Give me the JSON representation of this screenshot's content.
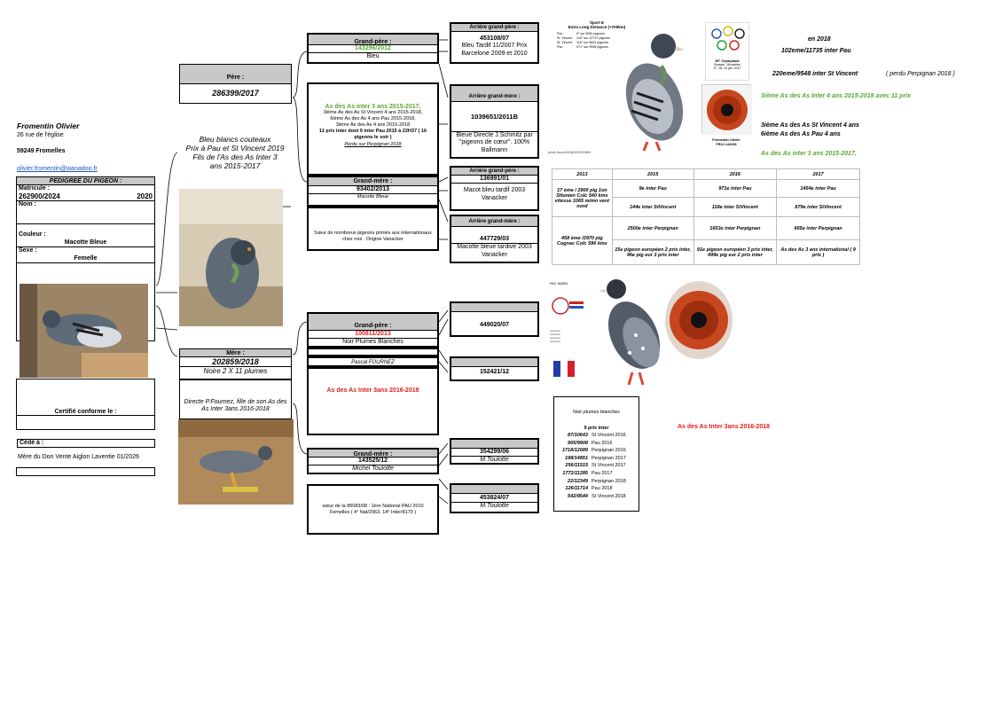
{
  "owner": {
    "name": "Fromentin Olivier",
    "address": "26 rue de l'église",
    "city": "59249 Fromelles",
    "email": "olivier.fromentin@wanadoo.fr"
  },
  "pedigree": {
    "header": "PEDIGREE DU PIGEON :",
    "matricule_label": "Matricule :",
    "matricule": "262900/2024",
    "year": "2020",
    "nom_label": "Nom :",
    "couleur_label": "Couleur :",
    "couleur": "Macotte Bleue",
    "sexe_label": "Sexe :",
    "sexe": "Femelle",
    "certifie": "Certifié conforme le :",
    "cede_label": "Cédé à :",
    "note": "Mère du Don Vente Aiglon Laventie 01/2026"
  },
  "father_caption": [
    "Bleu blancs couteaux",
    "Prix à Pau et St Vincent 2019",
    "Fils de l'As des As Inter 3",
    "ans 2015-2017"
  ],
  "pere": {
    "label": "Père :",
    "ring": "286399/2017"
  },
  "mere": {
    "label": "Mère :",
    "ring": "202859/2018",
    "color": "Noire 2 X 11 plumes",
    "desc": "Directe P.Fournez, fille de son As des As Inter 3ans 2016-2018"
  },
  "gp1": {
    "label": "Grand-père :",
    "ring": "143296/2012",
    "color": "Bleu",
    "title": "As des As inter 3 ans 2015-2017,",
    "l1": "3ième As des As St Vincent 4 ans 2015-2018,",
    "l2": "6ième As des As 4 ans Pau 2015-2018,",
    "l3": "3ième As des As 4 ans 2015-2018",
    "l4": "11 prix inter dont 9 inter Pau 2015 à 22H37 ( 16 pigeons le soir )",
    "l5": "Perdu sur Perpignan 2018"
  },
  "gm1": {
    "label": "Grand-mère :",
    "ring": "93402/2013",
    "color": "Macotte Bleue",
    "desc": "Sœur de nombreux pigeons primés aux internationaux chez moi . Origine Vanacker"
  },
  "agp1": {
    "label": "Arrière grand-père :",
    "ring": "453108/07",
    "desc": "Bleu Tardif 11/2007 Prix Barcelone 2009 et 2010"
  },
  "agm1": {
    "label": "Arrière grand-mère :",
    "ring": "1039651/2011B",
    "desc1": "Bleue Directe J.Schmitz par \"pigeons de cœur\". 100% Ballmann"
  },
  "agp2": {
    "label": "Arrière grand-père :",
    "ring": "136991/01",
    "desc": "Macot bleu tardif 2003 Vanacker"
  },
  "agm2": {
    "label": "Arrière grand-mère :",
    "ring": "447729/03",
    "desc": "Macotte bleue tardive 2003 Vanacker"
  },
  "gp2": {
    "label": "Grand-père :",
    "ring": "100811/2013",
    "color": "Noir Plumes Blanches",
    "breeder": "Pascal FOURNEZ",
    "title": "As des As Inter 3ans 2016-2018"
  },
  "gm2": {
    "label": "Grand-mère :",
    "ring": "143525/12",
    "breeder": "Michel Toulotte",
    "desc": "sœur de la 85083/08 : 1ère National PAU 2010 Femelles ( 4° Nat/2063, 14° Inter/8170 )"
  },
  "agp3": {
    "ring": "449020/07"
  },
  "agm3": {
    "ring": "152421/12"
  },
  "agp4": {
    "ring": "354299/06",
    "breeder": "M.Toulotte"
  },
  "agm4": {
    "ring": "453824/07",
    "breeder": "M.Toulotte"
  },
  "sport": {
    "title1": "Sport E",
    "title2": "Extra Long Distance (+700km)",
    "rows": [
      [
        "Pau",
        "5° sur 9052 pigeons"
      ],
      [
        "St. Vincent",
        "144° sur 12737 pigeons"
      ],
      [
        "St. Vincent",
        "118° sur 9843 pigeons"
      ],
      [
        "Pau",
        "971° sur 9996 pigeons"
      ]
    ],
    "photo_credit": "photo Davy4022@4311919964"
  },
  "olympiade": {
    "line1": "35° Olympiade",
    "line2": "Brussel - Bruxelles",
    "line3": "27, 28, 29 jan. 2017"
  },
  "eye_caption": {
    "l1": "Fromentin Olivier",
    "l2": "FR12-143296"
  },
  "results_right": {
    "r1": "en 2018",
    "r2": "102eme/11735 inter Pau",
    "r3": "220eme/9548 inter St Vincent",
    "r4": "( perdu Perpignan 2018 )",
    "r5": "3ième As des As Inter 4 ans 2015-2018 avec 11 prix",
    "r6": "3ième As des As St Vincent 4 ans",
    "r7": "6ième As des As Pau 4 ans",
    "r8": "As des As inter 3 ans 2015-2017,"
  },
  "perf_table": {
    "headers": [
      "2013",
      "2015",
      "2016",
      "2017"
    ],
    "c2013a": "17 ème / 2900 pig 1on Stlunien Colc 540 kms vitesse 1065 m/mn vent nord",
    "c2013b": "458 ème /2970 pig Cognac Colc 596 kms",
    "rows": [
      [
        "9e inter Pau",
        "971e inter Pau",
        "1454e inter Pau"
      ],
      [
        "144e inter StVincent",
        "118e inter StVincent",
        "879e inter StVincent"
      ],
      [
        "2500e inter Perpignan",
        "1653e inter Perpignan",
        "665e inter Perpignan"
      ],
      [
        "15e pigeon européen 2 prix inter, 46e pig eur 3 prix inter",
        "91e pigeon européen 3 prix inter, 499e pig eur 2 prix inter",
        "As des As 3 ans international ( 9 prix )"
      ]
    ]
  },
  "fournez": {
    "logo_text": "PAS. NAMEL",
    "caption": "Noir plumes blanches",
    "prix": "9 prix inter",
    "wins": [
      [
        "87/10643",
        "St Vincent 2016"
      ],
      [
        "905/9908",
        "Pau 2016"
      ],
      [
        "1718/12689",
        "Perpignan 2016"
      ],
      [
        "198/14851",
        "Perpignan 2017"
      ],
      [
        "256/11515",
        "St Vincent 2017"
      ],
      [
        "1772/11285",
        "Pau 2017"
      ],
      [
        "22/12349",
        "Perpignan 2018"
      ],
      [
        "126/11714",
        "Pau 2018"
      ],
      [
        "542/9544",
        "St Vincent 2018"
      ]
    ],
    "title_right": "As des As Inter 3ans 2016-2018"
  }
}
